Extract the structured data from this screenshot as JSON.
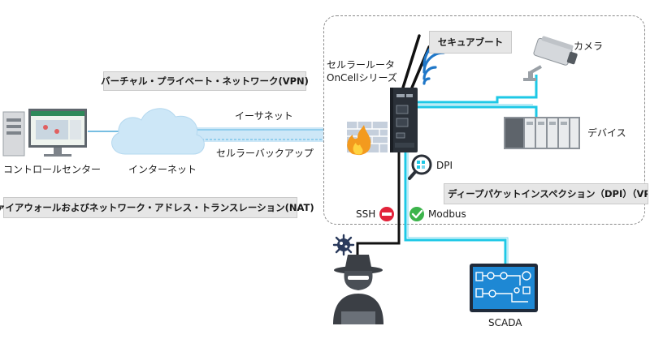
{
  "labels": {
    "vpn": "バーチャル・プライベート・ネットワーク(VPN)",
    "nat": "ファイアウォールおよびネットワーク・アドレス・トランスレーション(NAT)",
    "secure_boot": "セキュアブート",
    "dpi_vpn": "ディープパケットインスペクション（DPI）（VPN",
    "router_line1": "セルラールータ",
    "router_line2": "OnCellシリーズ",
    "camera": "カメラ",
    "device": "デバイス",
    "ethernet": "イーサネット",
    "cellular_backup": "セルラーバックアップ",
    "control_center": "コントロールセンター",
    "internet": "インターネット",
    "dpi": "DPI",
    "ssh": "SSH",
    "modbus": "Modbus",
    "scada": "SCADA"
  },
  "colors": {
    "cyan": "#1ec8e6",
    "cloud": "#cde7f7",
    "router": "#2a3038",
    "block_red": "#e2233a",
    "check_green": "#3cb44b",
    "wifi_blue": "#1f77c8"
  },
  "icons": {
    "pc": "desktop-pc-icon",
    "cloud": "cloud-icon",
    "router": "cellular-router-icon",
    "firewall": "firewall-icon",
    "camera": "security-camera-icon",
    "device": "io-device-icon",
    "dpi": "magnifier-icon",
    "blocked": "blocked-icon",
    "allowed": "check-icon",
    "hacker": "hacker-icon",
    "virus": "virus-icon",
    "scada": "scada-screen-icon"
  }
}
